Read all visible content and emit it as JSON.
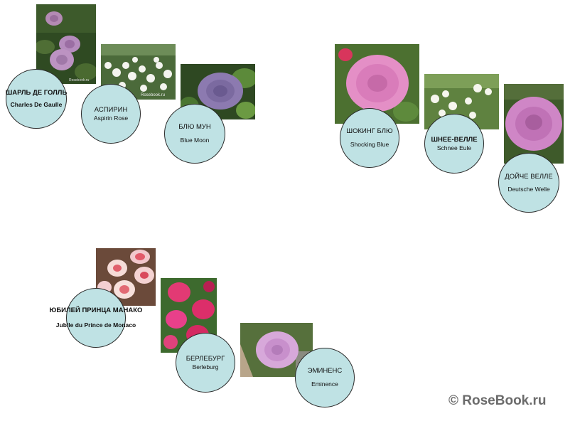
{
  "colors": {
    "bubble_fill": "#bfe2e4",
    "bubble_border": "#2a2a2a",
    "watermark": "#6b6b6b"
  },
  "roses": [
    {
      "id": "charles-de-gaulle",
      "ru": "ШАРЛЬ ДЕ ГОЛЛЬ",
      "en": "Charles De Gaulle",
      "photo_caption": "Rosebook.ru"
    },
    {
      "id": "aspirin-rose",
      "ru": "АСПИРИН",
      "en": "Aspirin Rose",
      "photo_caption": "Rosebook.ru"
    },
    {
      "id": "blue-moon",
      "ru": "БЛЮ МУН",
      "en": "Blue Moon"
    },
    {
      "id": "shocking-blue",
      "ru": "ШОКИНГ БЛЮ",
      "en": "Shocking Blue"
    },
    {
      "id": "schnee-eule",
      "ru": "ШНЕЕ-ВЕЛЛЕ",
      "en": "Schnee Eule"
    },
    {
      "id": "deutsche-welle",
      "ru": "ДОЙЧЕ ВЕЛЛЕ",
      "en": "Deutsche Welle"
    },
    {
      "id": "jubile-du-prince-de-monaco",
      "ru": "ЮБИЛЕЙ ПРИНЦА МАНАКО",
      "en": "Jubile du Prince de Monaco"
    },
    {
      "id": "berleburg",
      "ru": "БЕРЛЕБУРГ",
      "en": "Berleburg"
    },
    {
      "id": "eminence",
      "ru": "ЭМИНЕНС",
      "en": "Eminence"
    }
  ],
  "watermark": "© RoseBook.ru"
}
